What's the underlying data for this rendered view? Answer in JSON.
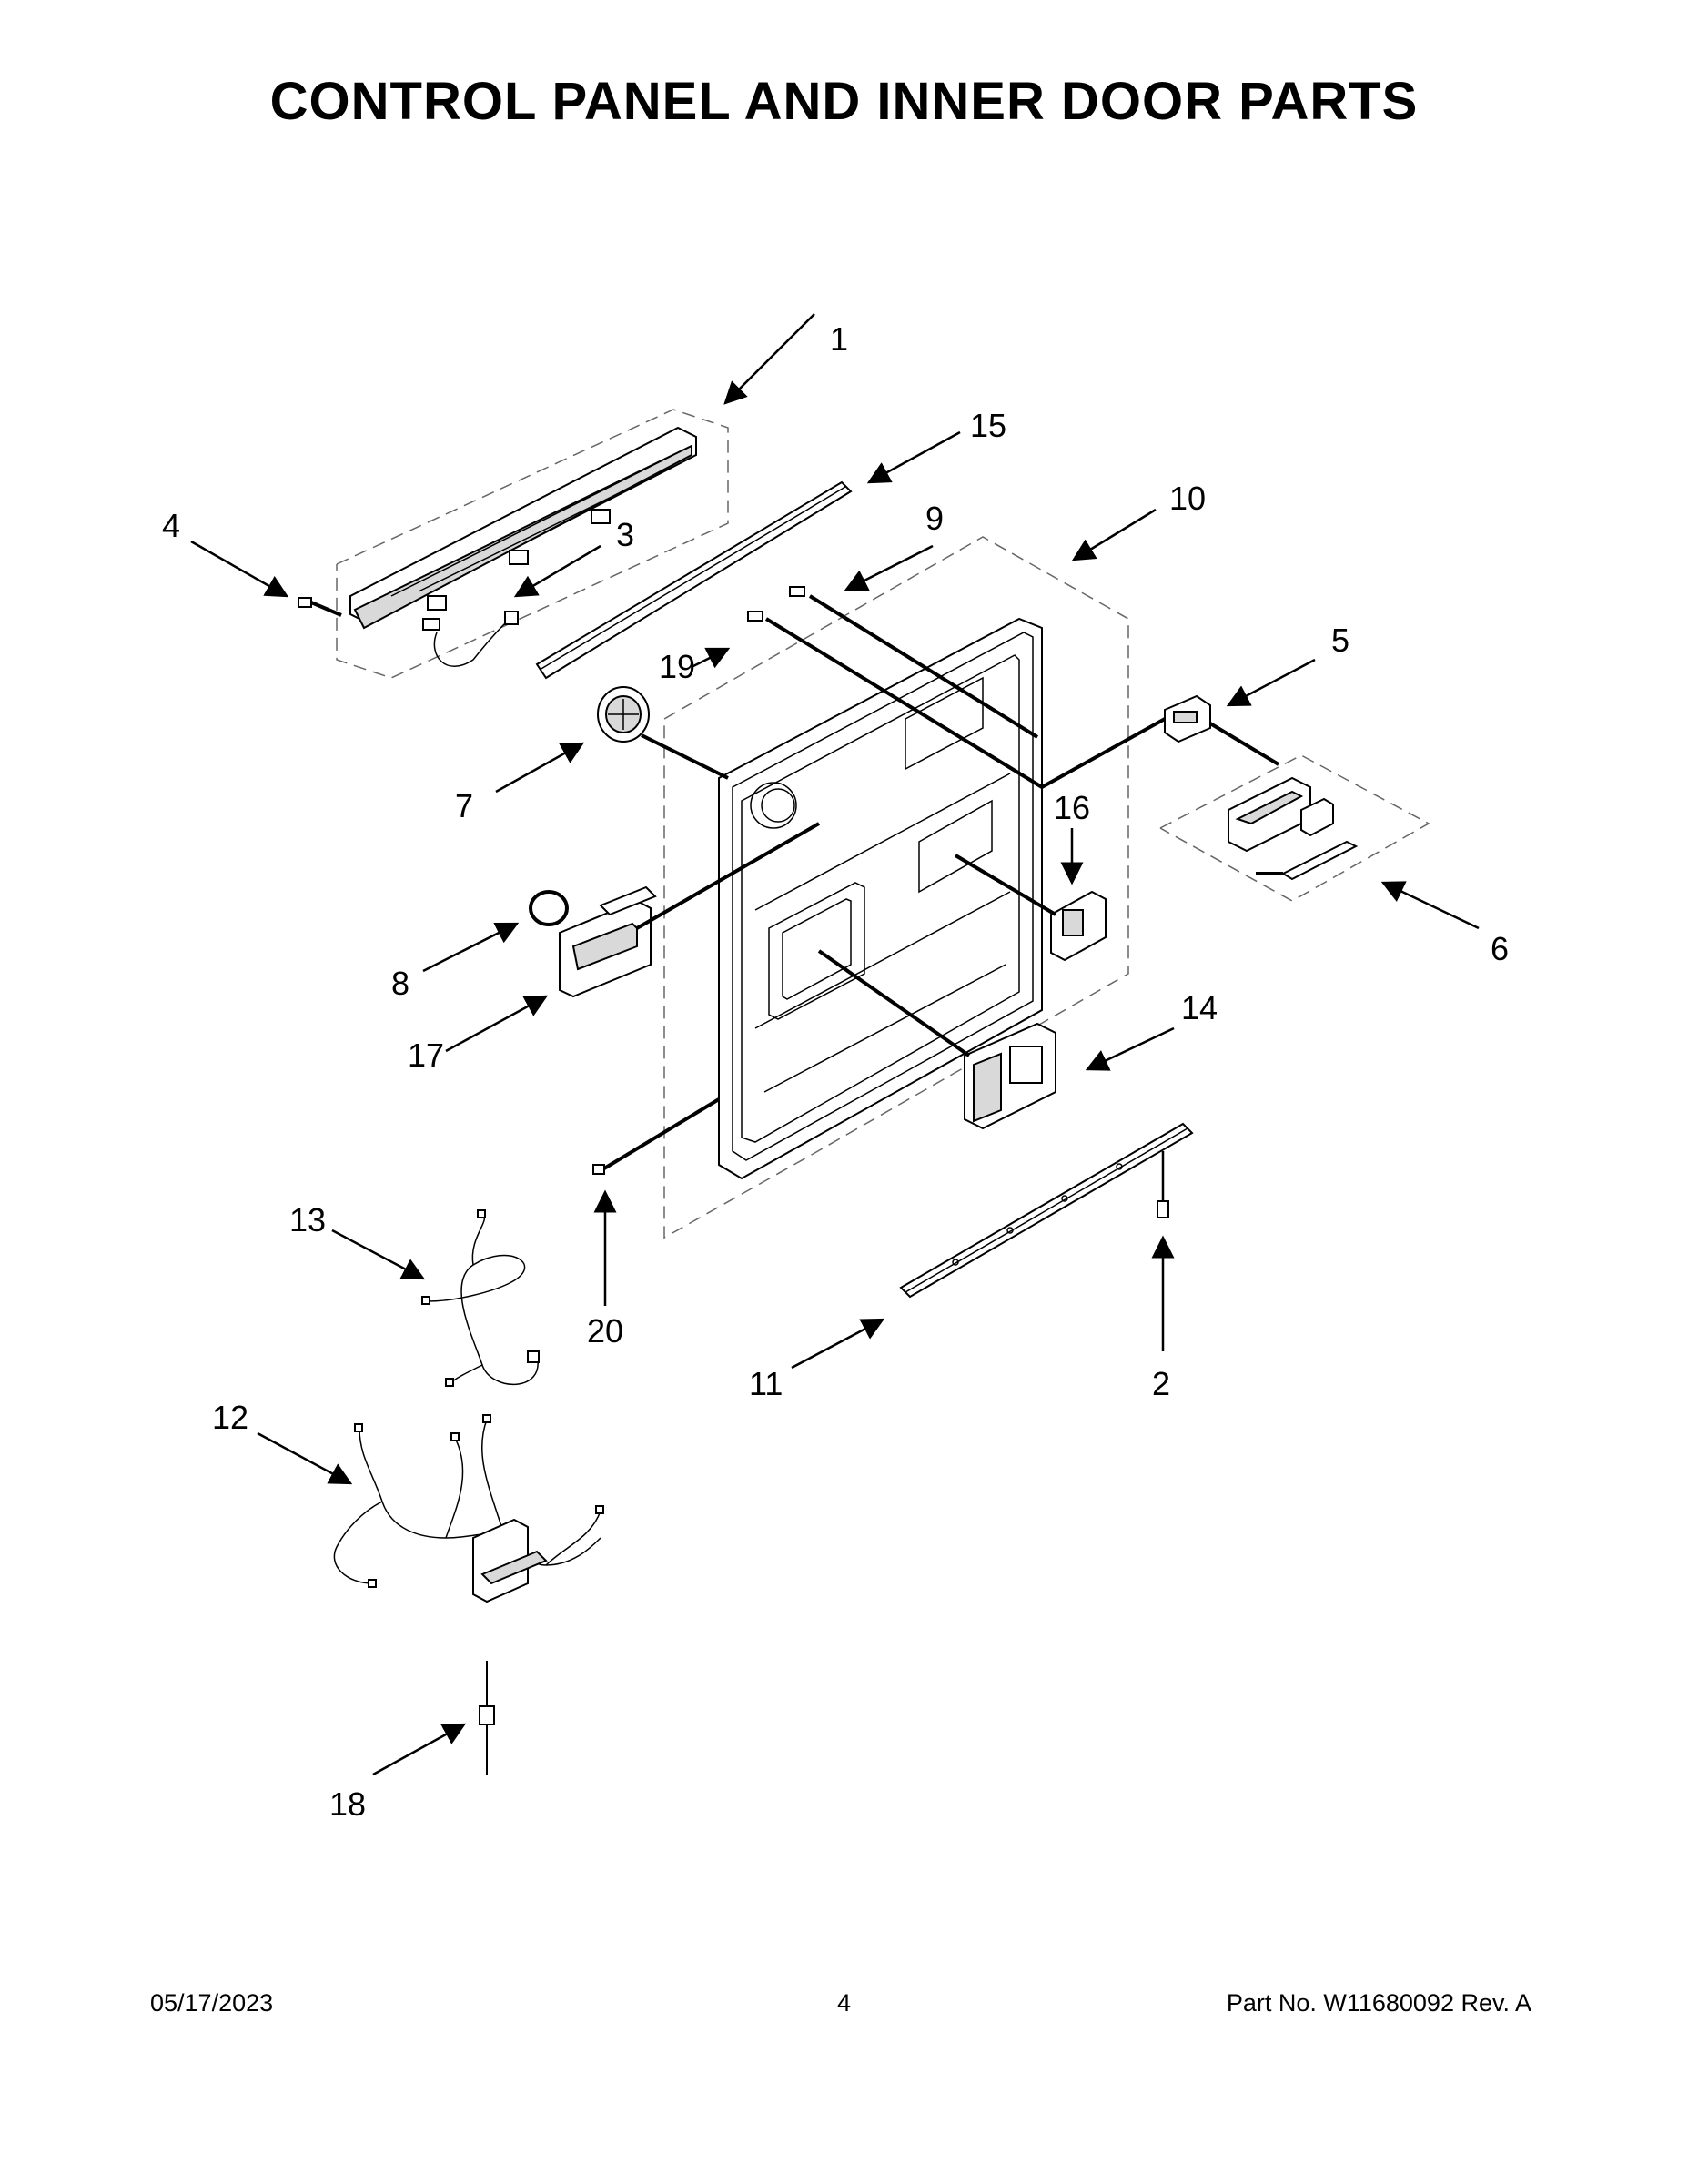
{
  "title": "CONTROL PANEL AND INNER DOOR PARTS",
  "callouts": [
    {
      "id": "1",
      "label": "1"
    },
    {
      "id": "2",
      "label": "2"
    },
    {
      "id": "3",
      "label": "3"
    },
    {
      "id": "4",
      "label": "4"
    },
    {
      "id": "5",
      "label": "5"
    },
    {
      "id": "6",
      "label": "6"
    },
    {
      "id": "7",
      "label": "7"
    },
    {
      "id": "8",
      "label": "8"
    },
    {
      "id": "9",
      "label": "9"
    },
    {
      "id": "10",
      "label": "10"
    },
    {
      "id": "11",
      "label": "11"
    },
    {
      "id": "12",
      "label": "12"
    },
    {
      "id": "13",
      "label": "13"
    },
    {
      "id": "14",
      "label": "14"
    },
    {
      "id": "15",
      "label": "15"
    },
    {
      "id": "16",
      "label": "16"
    },
    {
      "id": "17",
      "label": "17"
    },
    {
      "id": "18",
      "label": "18"
    },
    {
      "id": "19",
      "label": "19"
    },
    {
      "id": "20",
      "label": "20"
    }
  ],
  "footer": {
    "date": "05/17/2023",
    "page": "4",
    "part_no": "Part No.  W11680092  Rev.  A"
  }
}
